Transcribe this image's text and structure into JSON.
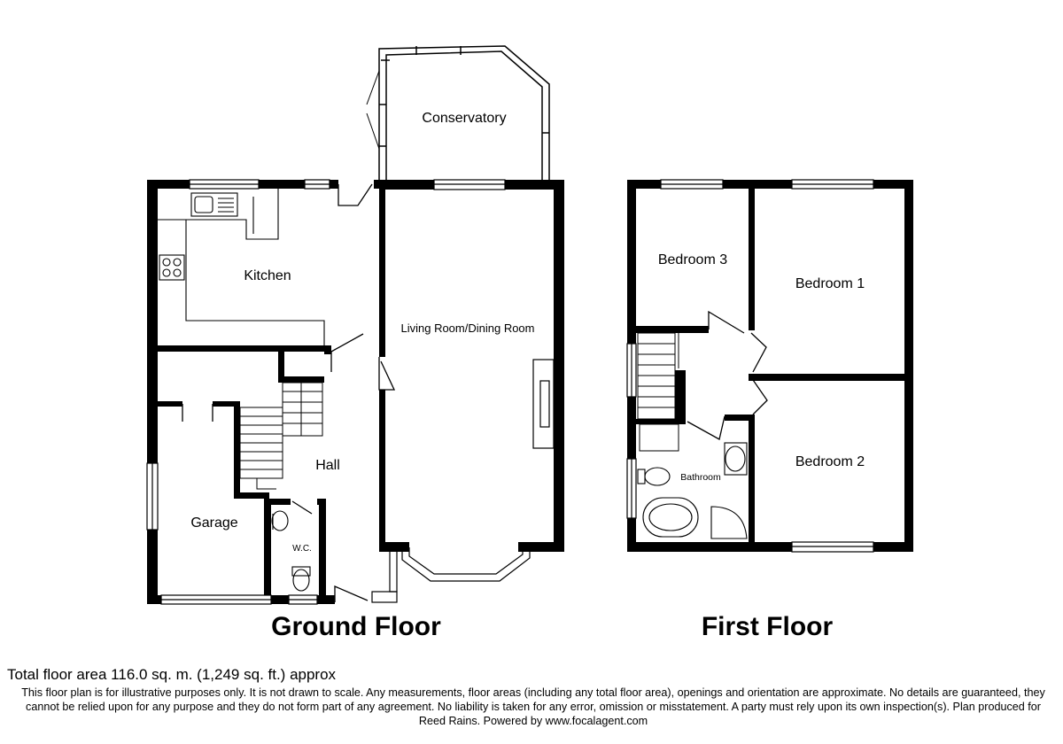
{
  "ground_floor": {
    "title": "Ground Floor",
    "rooms": {
      "conservatory": "Conservatory",
      "kitchen": "Kitchen",
      "living_dining": "Living Room/Dining Room",
      "hall": "Hall",
      "garage": "Garage",
      "wc": "W.C."
    }
  },
  "first_floor": {
    "title": "First Floor",
    "rooms": {
      "bedroom3": "Bedroom 3",
      "bedroom1": "Bedroom 1",
      "bedroom2": "Bedroom 2",
      "bathroom": "Bathroom"
    }
  },
  "footer": {
    "total_area": "Total floor area 116.0 sq. m. (1,249 sq. ft.) approx",
    "disclaimer": "This floor plan is for illustrative purposes only. It is not drawn to scale. Any measurements, floor areas (including any total floor area), openings and orientation are approximate. No details are guaranteed, they cannot be relied upon for any purpose and they do not form part of any agreement. No liability is taken for any error, omission or misstatement. A party must rely upon its own inspection(s). Plan produced for Reed Rains. Powered by www.focalagent.com"
  },
  "colors": {
    "wall": "#000000",
    "background": "#ffffff"
  }
}
